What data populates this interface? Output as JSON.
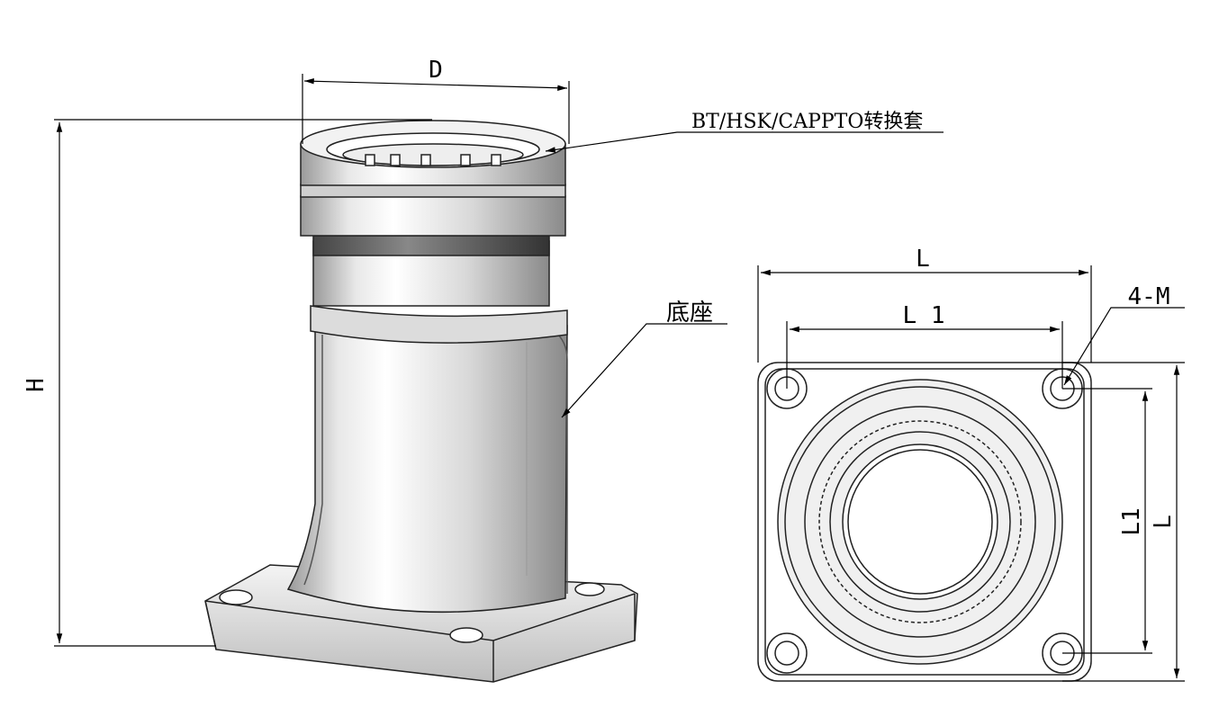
{
  "labels": {
    "sleeve": "BT/HSK/CAPPTO转换套",
    "base": "底座"
  },
  "dimensions": {
    "D": "D",
    "H": "H",
    "L_top": "L",
    "L1_top": "L 1",
    "holes": "4-M",
    "L1_side": "L1",
    "L_side": "L"
  }
}
